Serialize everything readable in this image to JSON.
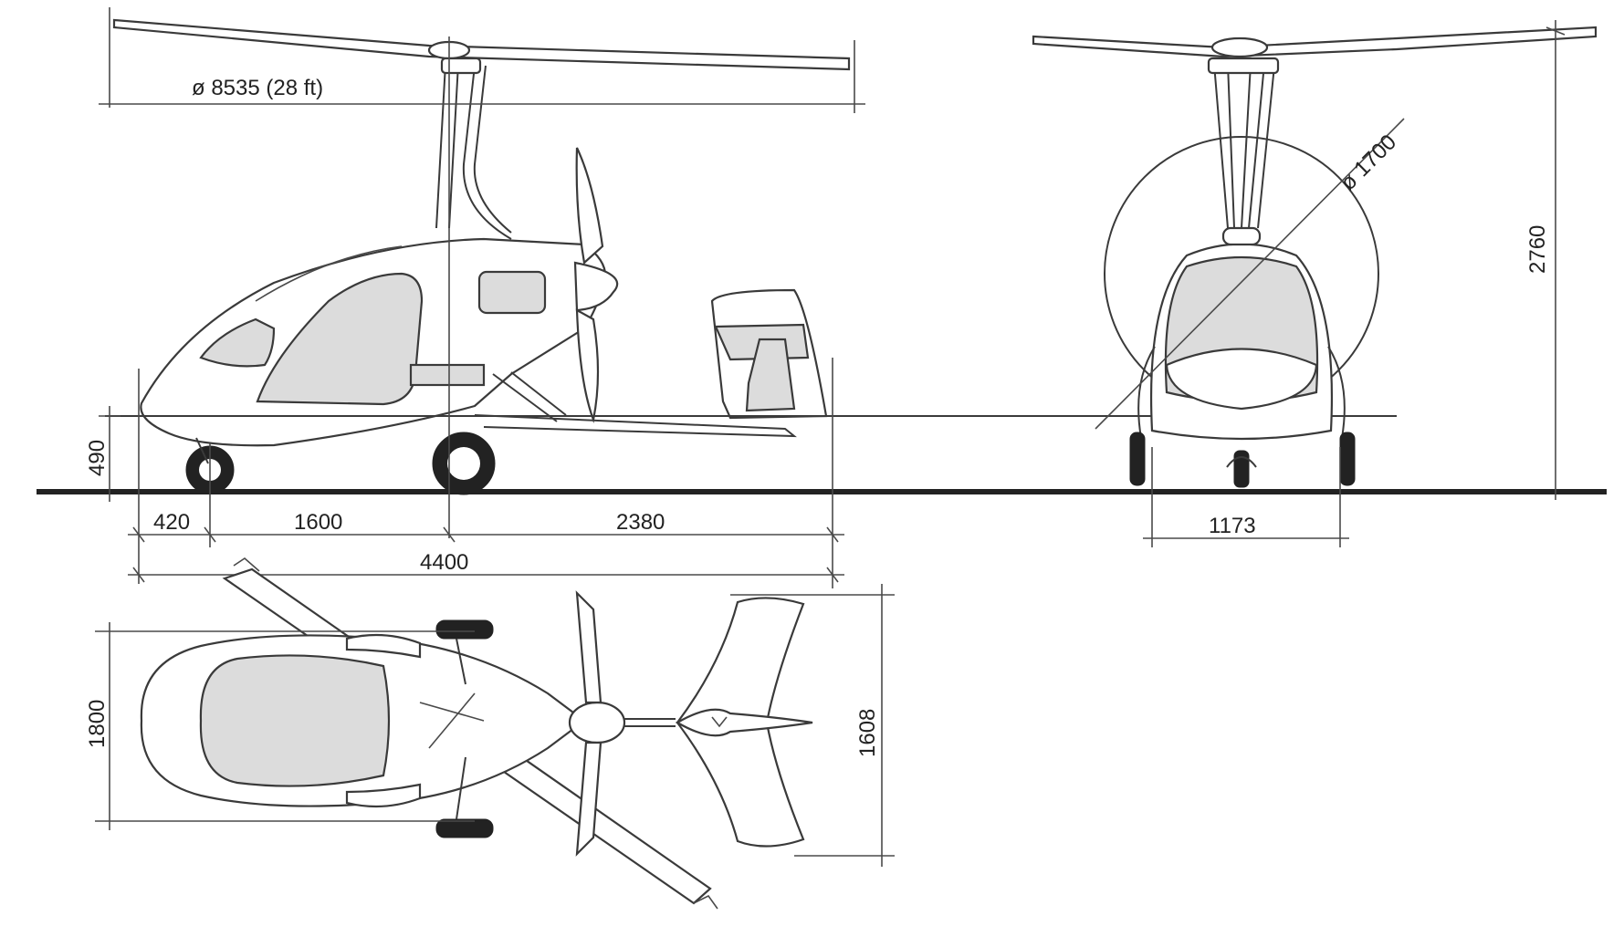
{
  "dimensions": {
    "rotor_diameter": "ø 8535 (28 ft)",
    "ground_clearance": "490",
    "nose_to_front_wheel": "420",
    "wheelbase": "1600",
    "main_wheel_to_tail": "2380",
    "overall_length": "4400",
    "overall_height": "2760",
    "propeller_diameter": "ø 1700",
    "track_width": "1173",
    "overall_width": "1800",
    "tail_span": "1608"
  },
  "colors": {
    "line": "#3a3a3a",
    "glass": "#dcdcdc",
    "tire": "#222222",
    "background": "#ffffff"
  }
}
